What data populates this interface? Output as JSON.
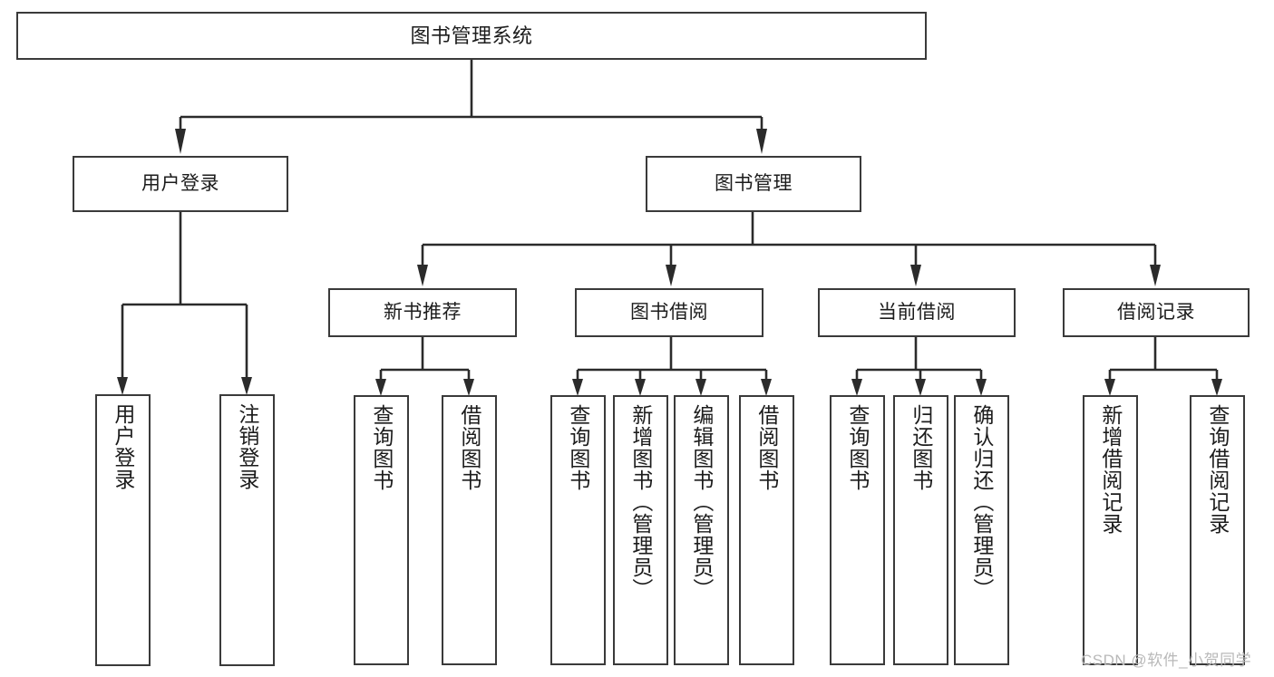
{
  "diagram": {
    "type": "tree",
    "title": "图书管理系统",
    "watermark": "CSDN @软件_小贺同学",
    "colors": {
      "box_border": "#3a3a3a",
      "box_fill": "#ffffff",
      "edge": "#2b2b2b",
      "text": "#1c1c1c",
      "watermark": "#b9b9b9",
      "background": "#ffffff"
    },
    "nodes": {
      "root": {
        "label": "图书管理系统"
      },
      "level2": [
        {
          "id": "user-login",
          "label": "用户登录"
        },
        {
          "id": "book-manage",
          "label": "图书管理"
        }
      ],
      "level3": [
        {
          "id": "new-book-recommend",
          "label": "新书推荐"
        },
        {
          "id": "book-borrow",
          "label": "图书借阅"
        },
        {
          "id": "current-borrow",
          "label": "当前借阅"
        },
        {
          "id": "borrow-record",
          "label": "借阅记录"
        }
      ],
      "leaves": [
        {
          "id": "leaf-user-login",
          "label": "用户登录",
          "parent": "user-login"
        },
        {
          "id": "leaf-user-logout",
          "label": "注销登录",
          "parent": "user-login"
        },
        {
          "id": "leaf-query-book-1",
          "label": "查询图书",
          "parent": "new-book-recommend"
        },
        {
          "id": "leaf-borrow-book-1",
          "label": "借阅图书",
          "parent": "new-book-recommend"
        },
        {
          "id": "leaf-query-book-2",
          "label": "查询图书",
          "parent": "book-borrow"
        },
        {
          "id": "leaf-add-book",
          "label": "新增图书（管理员）",
          "parent": "book-borrow"
        },
        {
          "id": "leaf-edit-book",
          "label": "编辑图书（管理员）",
          "parent": "book-borrow"
        },
        {
          "id": "leaf-borrow-book-2",
          "label": "借阅图书",
          "parent": "book-borrow"
        },
        {
          "id": "leaf-query-book-3",
          "label": "查询图书",
          "parent": "current-borrow"
        },
        {
          "id": "leaf-return-book",
          "label": "归还图书",
          "parent": "current-borrow"
        },
        {
          "id": "leaf-confirm-return",
          "label": "确认归还（管理员）",
          "parent": "current-borrow"
        },
        {
          "id": "leaf-add-borrow-record",
          "label": "新增借阅记录",
          "parent": "borrow-record"
        },
        {
          "id": "leaf-query-borrow-record",
          "label": "查询借阅记录",
          "parent": "borrow-record"
        }
      ]
    }
  }
}
